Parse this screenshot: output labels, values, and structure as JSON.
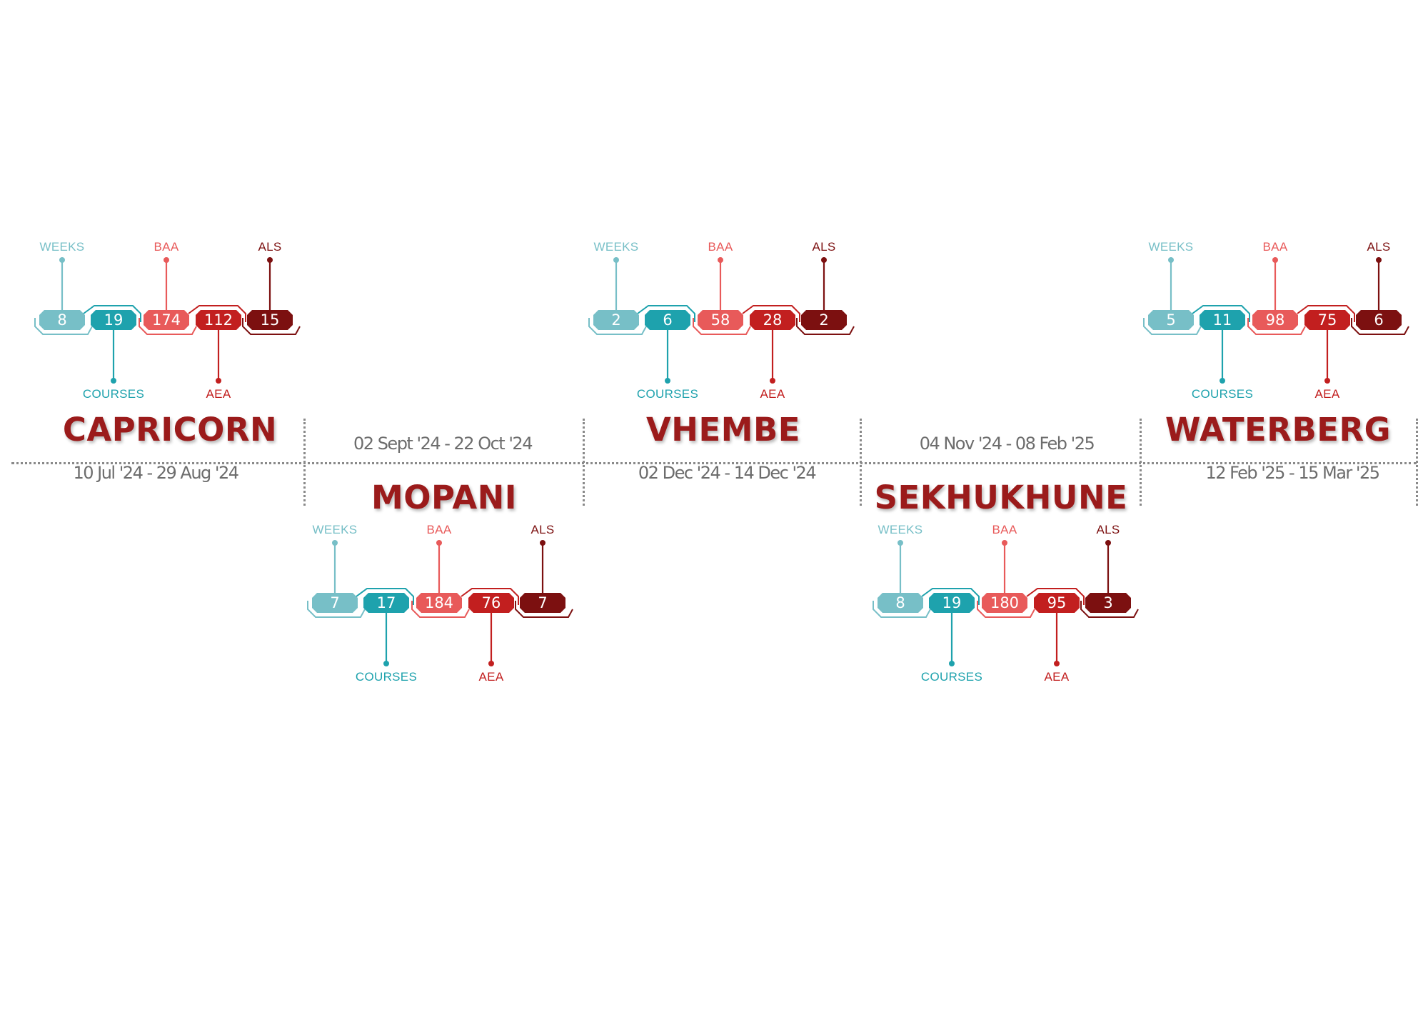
{
  "colors": {
    "weeks": "#77bfc7",
    "courses": "#1ea2ad",
    "baa": "#e85a5a",
    "aea": "#c21f1f",
    "als": "#7c1010",
    "title": "#9b1b1b",
    "dates": "#6d6d6d",
    "timeline": "#8a8a8a"
  },
  "labels": {
    "weeks": "WEEKS",
    "courses": "COURSES",
    "baa": "BAA",
    "aea": "AEA",
    "als": "ALS"
  },
  "regions": [
    {
      "name": "CAPRICORN",
      "dates": "10 Jul '24 - 29 Aug '24",
      "weeks": "8",
      "courses": "19",
      "baa": "174",
      "aea": "112",
      "als": "15"
    },
    {
      "name": "MOPANI",
      "dates": "02 Sept '24 - 22 Oct '24",
      "weeks": "7",
      "courses": "17",
      "baa": "184",
      "aea": "76",
      "als": "7"
    },
    {
      "name": "VHEMBE",
      "dates": "02 Dec '24 - 14 Dec '24",
      "weeks": "2",
      "courses": "6",
      "baa": "58",
      "aea": "28",
      "als": "2"
    },
    {
      "name": "SEKHUKHUNE",
      "dates": "04 Nov  '24 - 08 Feb '25",
      "weeks": "8",
      "courses": "19",
      "baa": "180",
      "aea": "95",
      "als": "3"
    },
    {
      "name": "WATERBERG",
      "dates": "12 Feb '25 - 15 Mar '25",
      "weeks": "5",
      "courses": "11",
      "baa": "98",
      "aea": "75",
      "als": "6"
    }
  ]
}
